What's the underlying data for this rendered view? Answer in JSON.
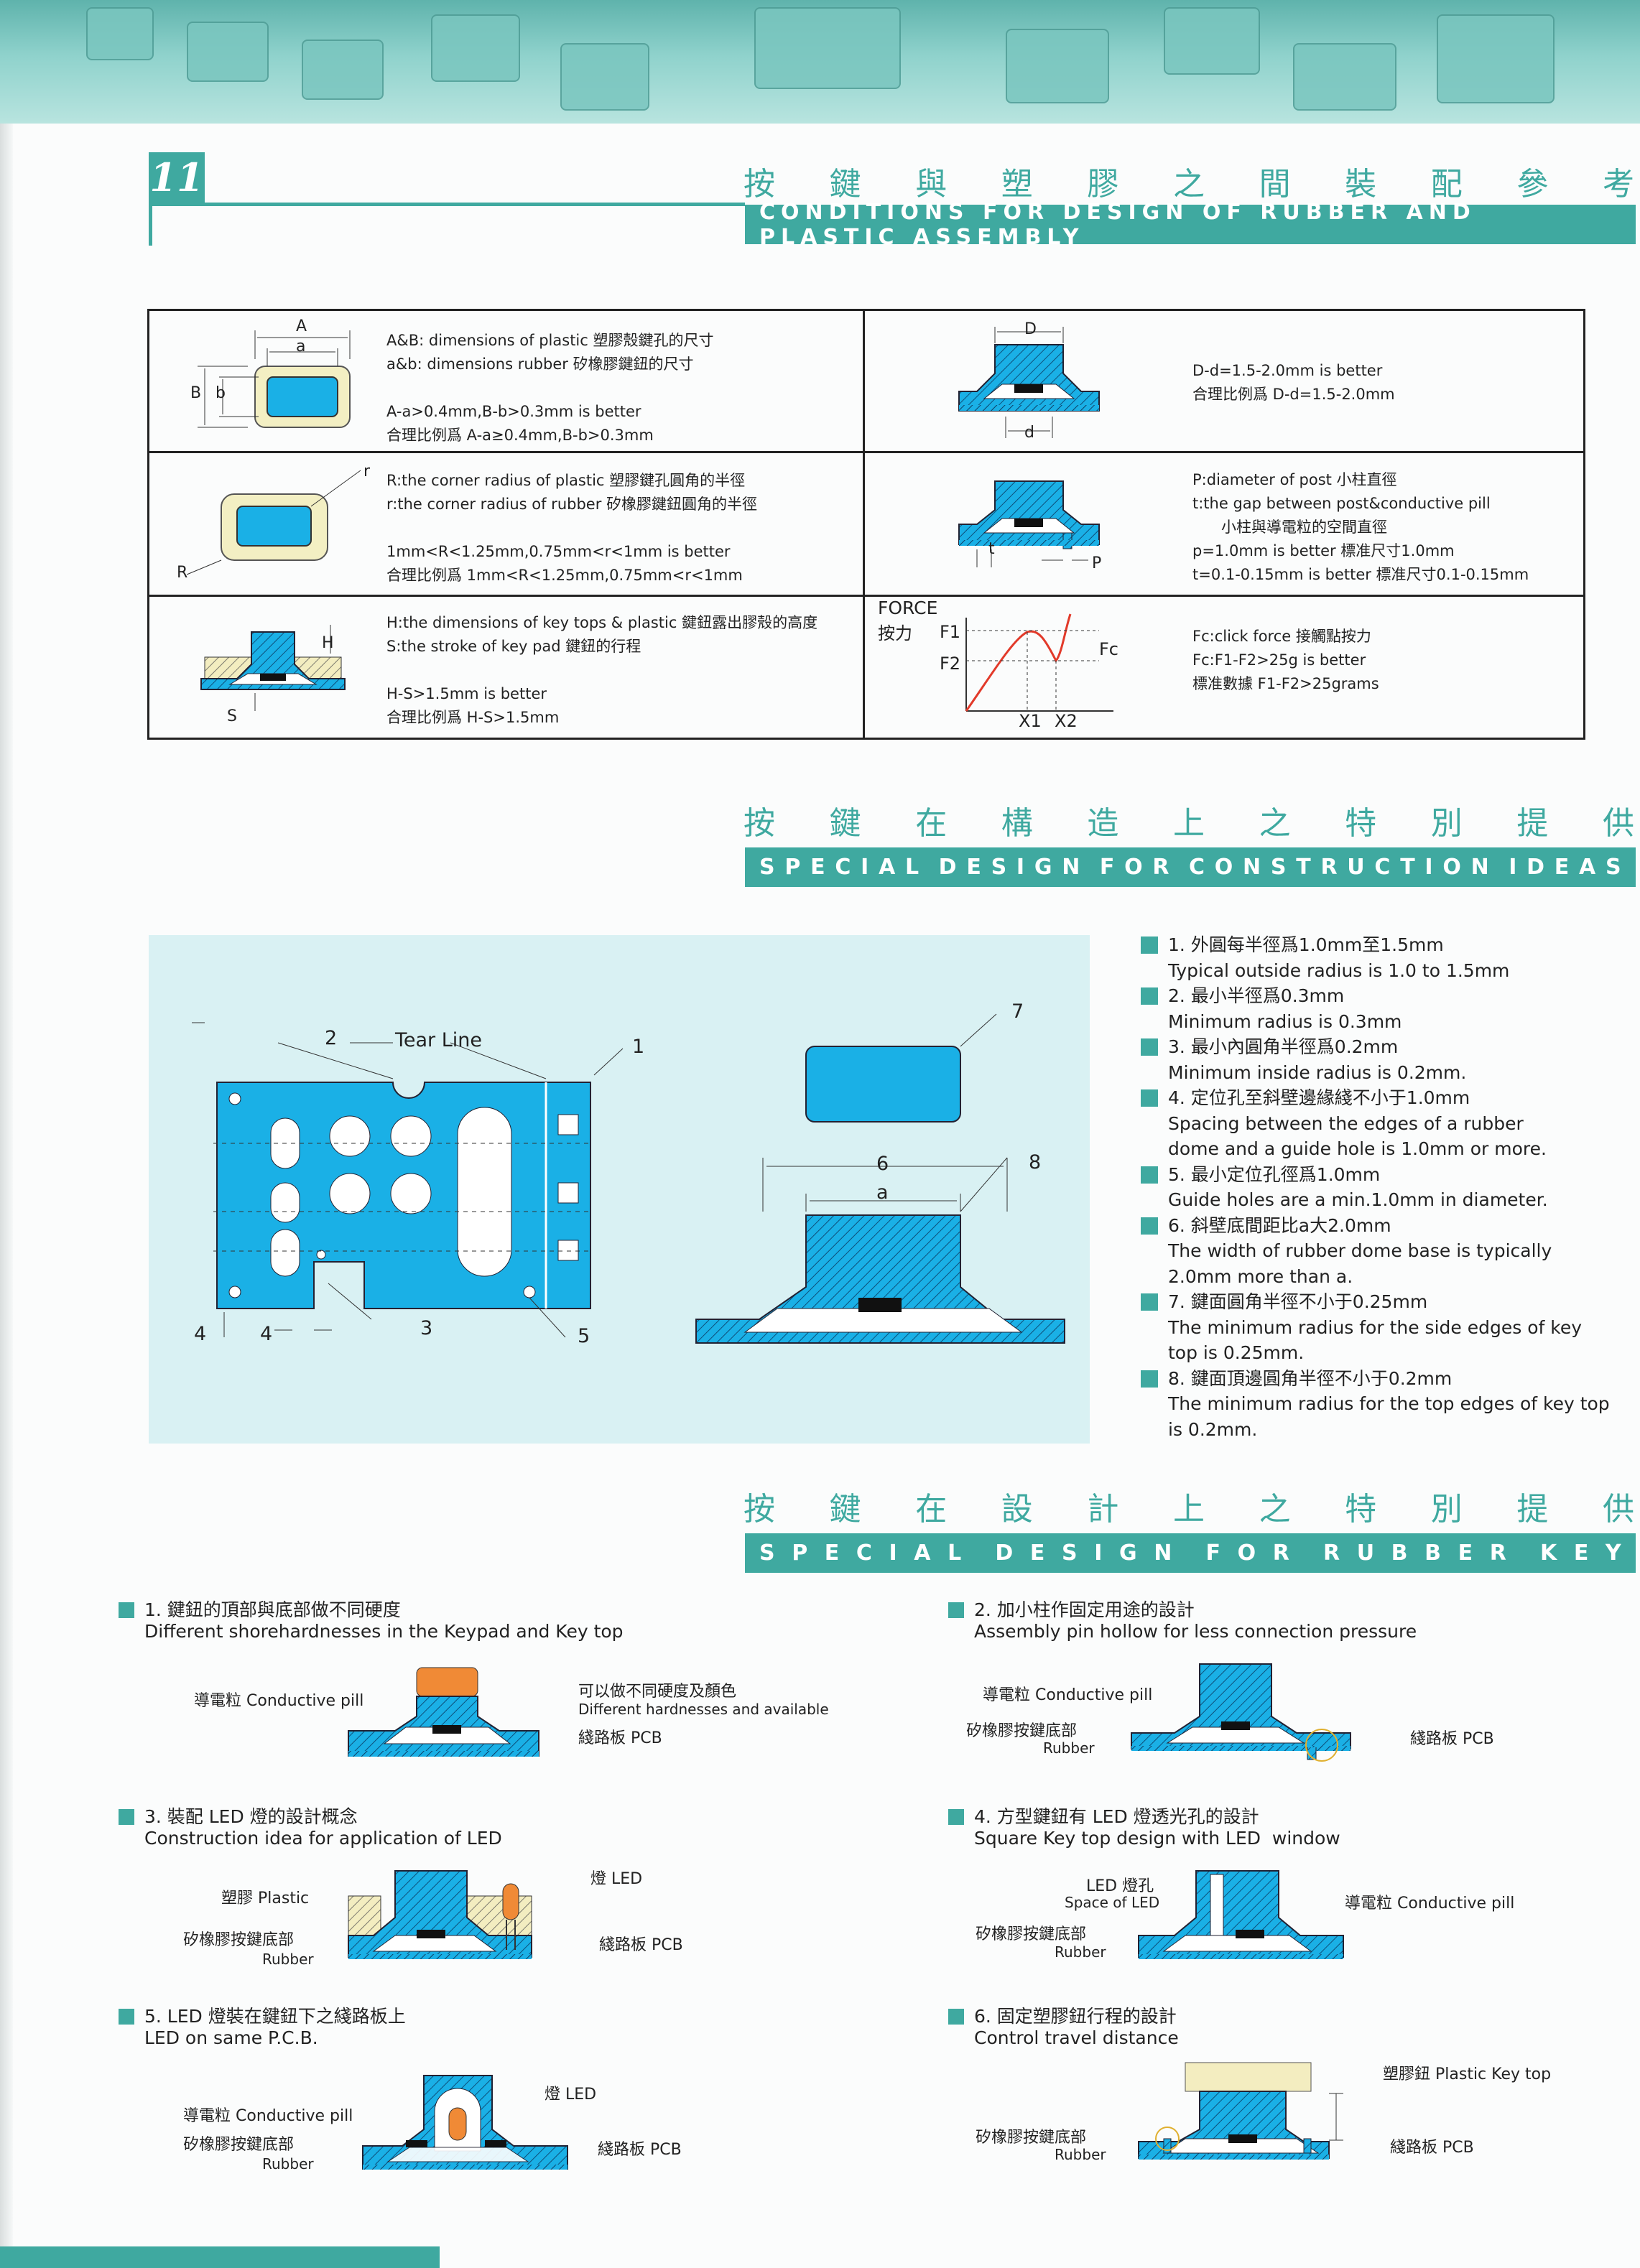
{
  "page_number": "11",
  "header": {
    "zh_title": [
      "按",
      "鍵",
      "與",
      "塑",
      "膠",
      "之",
      "間",
      "裝",
      "配",
      "參",
      "考"
    ],
    "en_title": "CONDITIONS FOR DESIGN OF RUBBER AND PLASTIC ASSEMBLY"
  },
  "table": {
    "r1l": {
      "dim_A": "A",
      "dim_a": "a",
      "dim_B": "B",
      "dim_b": "b",
      "text": "A&B: dimensions of plastic 塑膠殼鍵孔的尺寸\na&b: dimensions rubber 矽橡膠鍵鈕的尺寸\n\nA-a>0.4mm,B-b>0.3mm is better\n合理比例爲 A-a≥0.4mm,B-b>0.3mm"
    },
    "r1r": {
      "dim_D": "D",
      "dim_d": "d",
      "text": "D-d=1.5-2.0mm is better\n合理比例爲 D-d=1.5-2.0mm"
    },
    "r2l": {
      "dim_r": "r",
      "dim_R": "R",
      "text": "R:the corner radius of plastic 塑膠鍵孔圓角的半徑\nr:the corner radius of rubber 矽橡膠鍵鈕圓角的半徑\n\n1mm<R<1.25mm,0.75mm<r<1mm is better\n合理比例爲 1mm<R<1.25mm,0.75mm<r<1mm"
    },
    "r2r": {
      "dim_t": "t",
      "dim_P": "P",
      "text": "P:diameter of post 小柱直徑\nt:the gap between post&conductive pill\n      小柱與導電粒的空間直徑\np=1.0mm is better 標准尺寸1.0mm\nt=0.1-0.15mm is better 標准尺寸0.1-0.15mm"
    },
    "r3l": {
      "dim_H": "H",
      "dim_S": "S",
      "text": "H:the dimensions of key tops & plastic 鍵鈕露出膠殼的高度\nS:the stroke of key pad 鍵鈕的行程\n\nH-S>1.5mm is better\n合理比例爲 H-S>1.5mm"
    },
    "r3r": {
      "force_label": "FORCE",
      "force_label_zh": "按力",
      "f1": "F1",
      "f2": "F2",
      "fc": "Fc",
      "x1": "X1",
      "x2": "X2",
      "text": "Fc:click force 接觸點按力\nFc:F1-F2>25g is better\n標准數據 F1-F2>25grams"
    }
  },
  "section2": {
    "zh_title": [
      "按",
      "鍵",
      "在",
      "構",
      "造",
      "上",
      "之",
      "特",
      "別",
      "提",
      "供"
    ],
    "en_title": [
      "S",
      "P",
      "E",
      "C",
      "I",
      "A",
      "L",
      "",
      "D",
      "E",
      "S",
      "I",
      "G",
      "N",
      "",
      "F",
      "O",
      "R",
      "",
      "C",
      "O",
      "N",
      "S",
      "T",
      "R",
      "U",
      "C",
      "T",
      "I",
      "O",
      "N",
      "",
      "I",
      "D",
      "E",
      "A",
      "S"
    ],
    "diagram": {
      "tear_line": "Tear Line",
      "c1": "1",
      "c2": "2",
      "c3": "3",
      "c4a": "4",
      "c4b": "4",
      "c5": "5",
      "c6": "6",
      "c7": "7",
      "c8": "8",
      "ca": "a"
    },
    "items": [
      {
        "zh": "1. 外圓每半徑爲1.0mm至1.5mm",
        "en": "Typical outside radius is 1.0 to 1.5mm"
      },
      {
        "zh": "2. 最小半徑爲0.3mm",
        "en": "Minimum radius is 0.3mm"
      },
      {
        "zh": "3. 最小內圓角半徑爲0.2mm",
        "en": "Minimum inside radius is 0.2mm."
      },
      {
        "zh": "4. 定位孔至斜壁邊緣綫不小于1.0mm",
        "en": "Spacing between the edges of a rubber\ndome and a guide hole is 1.0mm or more."
      },
      {
        "zh": "5. 最小定位孔徑爲1.0mm",
        "en": "Guide holes are a min.1.0mm in diameter."
      },
      {
        "zh": "6. 斜壁底間距比a大2.0mm",
        "en": "The width of rubber dome base is typically\n2.0mm more than a."
      },
      {
        "zh": "7. 鍵面圓角半徑不小于0.25mm",
        "en": "The minimum radius for the side edges of key\ntop is 0.25mm."
      },
      {
        "zh": "8. 鍵面頂邊圓角半徑不小于0.2mm",
        "en": "The minimum radius for the top edges of key top\nis 0.2mm."
      }
    ]
  },
  "section3": {
    "zh_title": [
      "按",
      "鍵",
      "在",
      "設",
      "計",
      "上",
      "之",
      "特",
      "別",
      "提",
      "供"
    ],
    "en_title": [
      "S",
      "P",
      "E",
      "C",
      "I",
      "A",
      "L",
      "",
      "D",
      "E",
      "S",
      "I",
      "G",
      "N",
      "",
      "F",
      "O",
      "R",
      "",
      "R",
      "U",
      "B",
      "B",
      "E",
      "R",
      "",
      "K",
      "E",
      "Y"
    ],
    "items": [
      {
        "zh": "1. 鍵鈕的頂部與底部做不同硬度",
        "en": "Different shorehardnesses in the Keypad and Key top",
        "labels": {
          "pill": "導電粒 Conductive pill",
          "hard_zh": "可以做不同硬度及顏色",
          "hard_en": "Different hardnesses and available",
          "pcb": "綫路板 PCB"
        }
      },
      {
        "zh": "2. 加小柱作固定用途的設計",
        "en": "Assembly pin hollow for less connection pressure",
        "labels": {
          "pill": "導電粒 Conductive pill",
          "rubber_zh": "矽橡膠按鍵底部",
          "rubber_en": "Rubber",
          "pcb": "綫路板 PCB"
        }
      },
      {
        "zh": "3. 裝配 LED 燈的設計概念",
        "en": "Construction idea for application of LED",
        "labels": {
          "plastic": "塑膠 Plastic",
          "led": "燈 LED",
          "rubber_zh": "矽橡膠按鍵底部",
          "rubber_en": "Rubber",
          "pcb": "綫路板 PCB"
        }
      },
      {
        "zh": "4. 方型鍵鈕有 LED 燈透光孔的設計",
        "en": "Square Key top design with LED  window",
        "labels": {
          "led_zh": "LED 燈孔",
          "led_en": "Space of LED",
          "pill": "導電粒 Conductive pill",
          "rubber_zh": "矽橡膠按鍵底部",
          "rubber_en": "Rubber"
        }
      },
      {
        "zh": "5. LED 燈裝在鍵鈕下之綫路板上",
        "en": "LED on same P.C.B.",
        "labels": {
          "led": "燈 LED",
          "pill": "導電粒 Conductive pill",
          "rubber_zh": "矽橡膠按鍵底部",
          "rubber_en": "Rubber",
          "pcb": "綫路板 PCB"
        }
      },
      {
        "zh": "6. 固定塑膠鈕行程的設計",
        "en": "Control travel distance",
        "labels": {
          "keytop": "塑膠鈕 Plastic Key top",
          "rubber_zh": "矽橡膠按鍵底部",
          "rubber_en": "Rubber",
          "pcb": "綫路板 PCB"
        }
      }
    ]
  },
  "colors": {
    "teal": "#3fa9a0",
    "cyan": "#1eaee0",
    "panel": "#d9f1f3",
    "keyfill": "#1ab0e6"
  }
}
